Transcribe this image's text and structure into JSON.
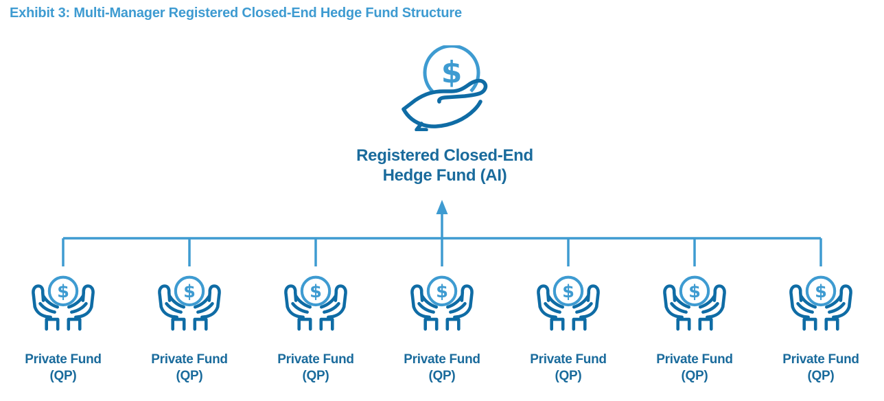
{
  "title": "Exhibit 3: Multi-Manager Registered Closed-End Hedge Fund Structure",
  "colors": {
    "accent-light": "#3E9BD1",
    "accent-dark": "#1A6B9C",
    "hand-dark": "#0F6CA5",
    "background": "#FFFFFF"
  },
  "diagram": {
    "parent": {
      "icon": "hand-holding-dollar-coin-icon",
      "coin_symbol": "$",
      "label_line1": "Registered Closed-End",
      "label_line2": "Hedge Fund (AI)"
    },
    "connector": {
      "type": "tree",
      "direction": "arrow-up-from-children-row-to-parent"
    },
    "children": [
      {
        "icon": "hands-holding-dollar-coin-icon",
        "coin_symbol": "$",
        "label_line1": "Private Fund",
        "label_line2": "(QP)"
      },
      {
        "icon": "hands-holding-dollar-coin-icon",
        "coin_symbol": "$",
        "label_line1": "Private Fund",
        "label_line2": "(QP)"
      },
      {
        "icon": "hands-holding-dollar-coin-icon",
        "coin_symbol": "$",
        "label_line1": "Private Fund",
        "label_line2": "(QP)"
      },
      {
        "icon": "hands-holding-dollar-coin-icon",
        "coin_symbol": "$",
        "label_line1": "Private Fund",
        "label_line2": "(QP)"
      },
      {
        "icon": "hands-holding-dollar-coin-icon",
        "coin_symbol": "$",
        "label_line1": "Private Fund",
        "label_line2": "(QP)"
      },
      {
        "icon": "hands-holding-dollar-coin-icon",
        "coin_symbol": "$",
        "label_line1": "Private Fund",
        "label_line2": "(QP)"
      },
      {
        "icon": "hands-holding-dollar-coin-icon",
        "coin_symbol": "$",
        "label_line1": "Private Fund",
        "label_line2": "(QP)"
      }
    ]
  }
}
